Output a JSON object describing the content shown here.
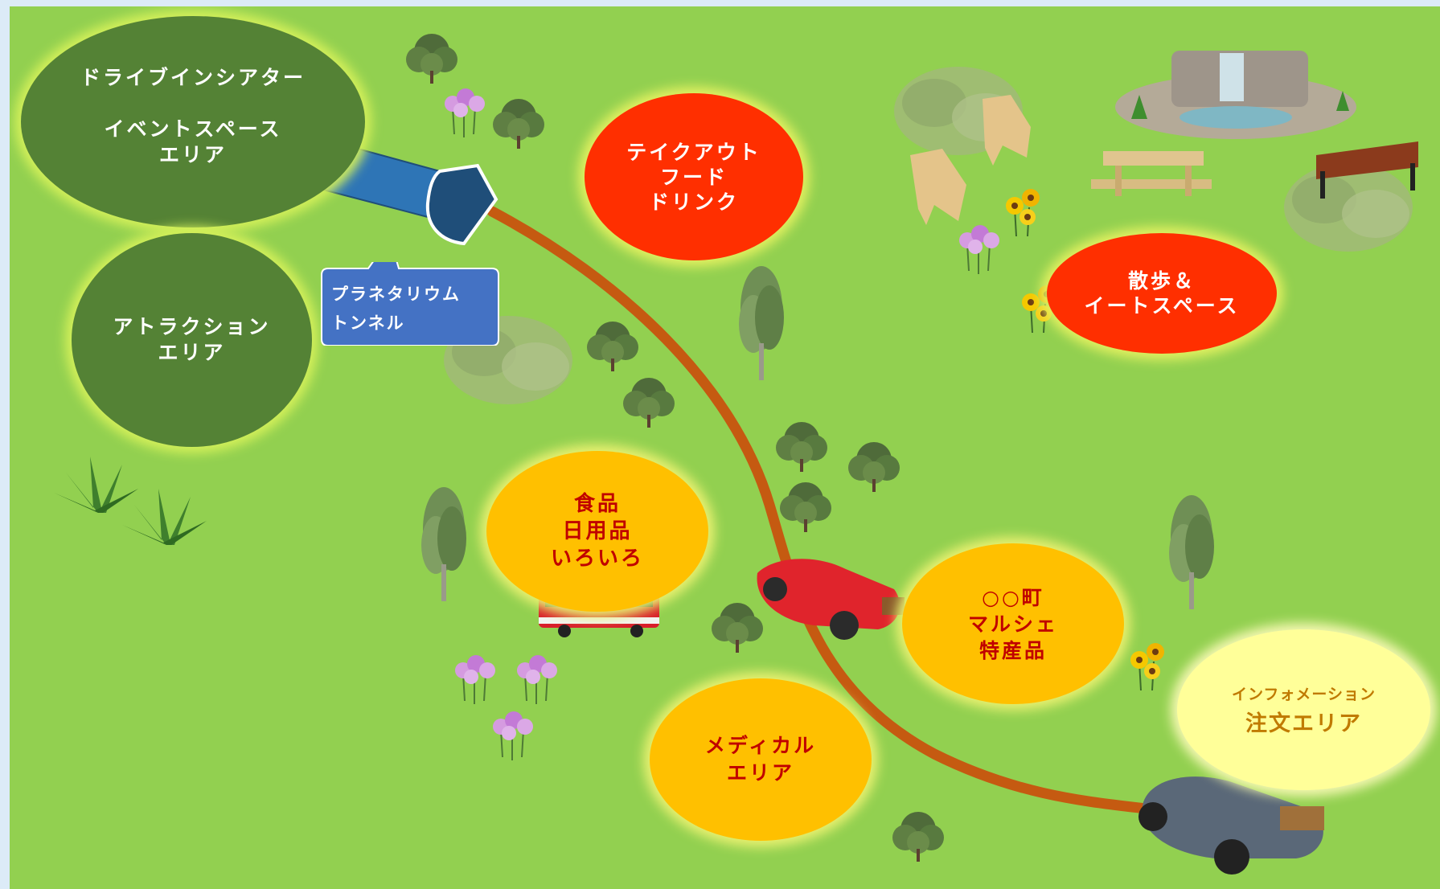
{
  "map": {
    "background_color": "#92d050",
    "route_color": "#c55a11"
  },
  "zones": {
    "drive_in": {
      "label": "ドライブインシアター\n\nイベントスペース\nエリア",
      "color": "#548235"
    },
    "attraction": {
      "label": "アトラクション\nエリア",
      "color": "#548235"
    },
    "takeout": {
      "label": "テイクアウト\nフード\nドリンク",
      "color": "#ff2f00"
    },
    "stroll_eat": {
      "label": "散歩＆\nイートスペース",
      "color": "#ff2f00"
    },
    "grocery": {
      "label": "食品\n日用品\nいろいろ",
      "color": "#ffc000"
    },
    "marche": {
      "label": "○○町\nマルシェ\n特産品",
      "color": "#ffc000"
    },
    "medical": {
      "label": "メディカル\nエリア",
      "color": "#ffc000"
    },
    "information": {
      "label_small": "インフォメーション",
      "label_large": "注文エリア",
      "color": "#ffff99"
    }
  },
  "callout": {
    "label": "プラネタリウム\nトンネル",
    "color": "#4472c4"
  },
  "icons": {
    "tunnel": "tunnel-icon",
    "red_car": "red-convertible-car-icon",
    "grey_car": "grey-convertible-car-icon",
    "bus": "bus-icon",
    "fountain": "rock-fountain-icon",
    "bench": "bench-icon",
    "picnic_table": "picnic-table-icon",
    "chairs": "adirondack-chair-icon",
    "trees": "tree-icon",
    "bushes": "bush-icon",
    "flowers": "flower-icon",
    "grass": "grass-tuft-icon"
  }
}
